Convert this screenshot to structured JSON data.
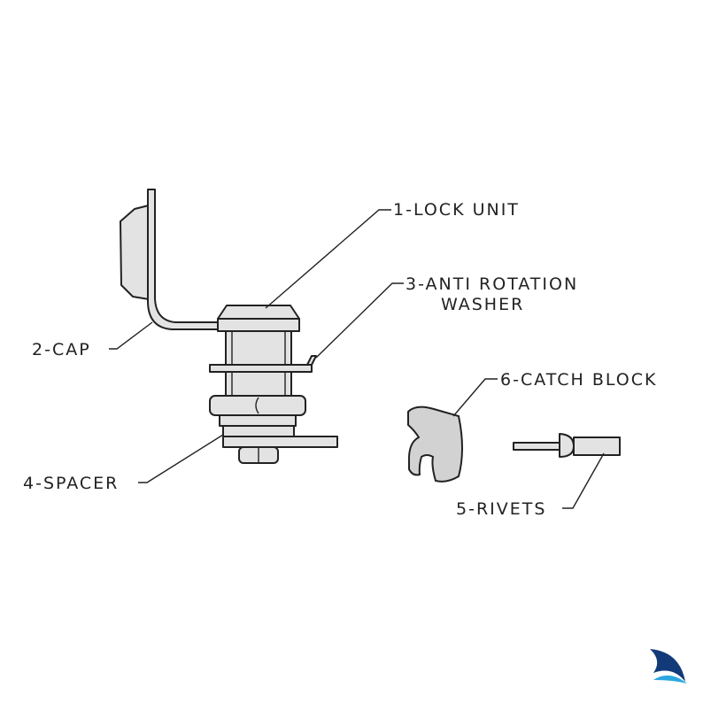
{
  "labels": {
    "lock_unit": "1-LOCK UNIT",
    "cap": "2-CAP",
    "anti_rotation_line1": "3-ANTI ROTATION",
    "anti_rotation_line2": "WASHER",
    "spacer": "4-SPACER",
    "rivets": "5-RIVETS",
    "catch_block": "6-CATCH BLOCK"
  },
  "colors": {
    "line": "#222222",
    "part_fill": "#e3e3e3",
    "logo_dark": "#123a78",
    "logo_light": "#2aa7e0"
  },
  "logo": {
    "icon": "sail-logo-icon"
  }
}
